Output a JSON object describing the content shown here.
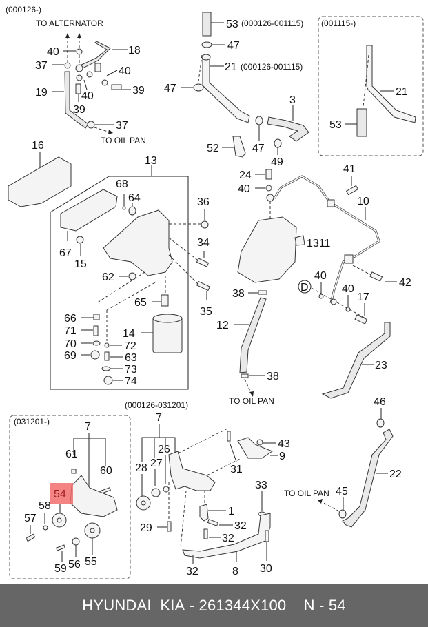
{
  "diagram": {
    "notes": {
      "top_left_range": "(000126-)",
      "to_alternator": "TO ALTERNATOR",
      "to_oil_pan_1": "TO OIL PAN",
      "range_53": "(000126-001115)",
      "range_21": "(000126-001115)",
      "top_right_range": "(001115-)",
      "to_oil_pan_2": "TO OIL PAN",
      "bottom_left_range": "(031201-)",
      "bottom_mid_range": "(000126-031201)",
      "to_oil_pan_3": "TO OIL PAN",
      "ref_1311": "1311",
      "ref_d": "D"
    },
    "labels": {
      "l40a": "40",
      "l37a": "37",
      "l18": "18",
      "l40b": "40",
      "l19": "19",
      "l40c": "40",
      "l39a": "39",
      "l39b": "39",
      "l37b": "37",
      "l53a": "53",
      "l47a": "47",
      "l21a": "21",
      "l47b": "47",
      "l3": "3",
      "l52": "52",
      "l47c": "47",
      "l49": "49",
      "l21b": "21",
      "l53b": "53",
      "l16": "16",
      "l13": "13",
      "l68": "68",
      "l64": "64",
      "l36": "36",
      "l67": "67",
      "l15": "15",
      "l34": "34",
      "l62": "62",
      "l65": "65",
      "l35": "35",
      "l66": "66",
      "l71": "71",
      "l14": "14",
      "l70": "70",
      "l72": "72",
      "l69": "69",
      "l63": "63",
      "l73": "73",
      "l74": "74",
      "l24": "24",
      "l40d": "40",
      "l41": "41",
      "l10": "10",
      "l40e": "40",
      "l40f": "40",
      "l42": "42",
      "l17": "17",
      "l38a": "38",
      "l12": "12",
      "l38b": "38",
      "l23": "23",
      "l7a": "7",
      "l61": "61",
      "l60": "60",
      "l54": "54",
      "l58": "58",
      "l57": "57",
      "l59": "59",
      "l56": "56",
      "l55": "55",
      "l7b": "7",
      "l28": "28",
      "l27": "27",
      "l26": "26",
      "l31": "31",
      "l43": "43",
      "l9": "9",
      "l33": "33",
      "l1": "1",
      "l29": "29",
      "l32a": "32",
      "l32b": "32",
      "l32c": "32",
      "l8": "8",
      "l30": "30",
      "l46": "46",
      "l22": "22",
      "l45": "45"
    }
  },
  "footer": {
    "brand": "HYUNDAI  KIA",
    "separator": " - ",
    "part_number": "261344X100",
    "ref_separator": "    N - ",
    "ref_number": "54"
  },
  "colors": {
    "footer_bg": "#666666",
    "footer_text": "#ffffff",
    "highlight": "#f26d6d"
  }
}
